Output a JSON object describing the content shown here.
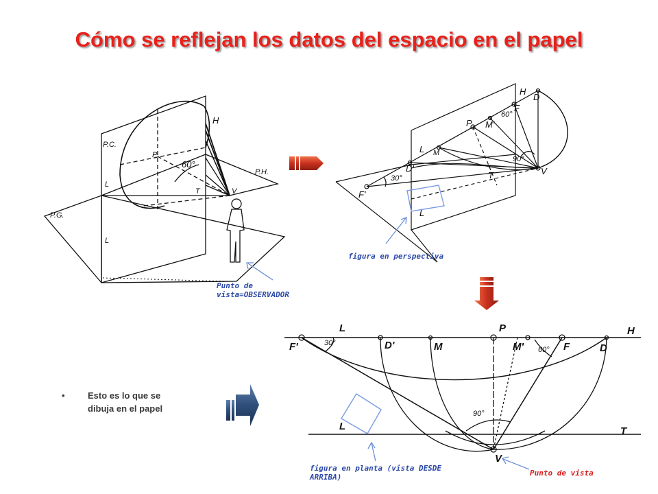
{
  "title": "Cómo se reflejan los datos del espacio en el papel",
  "bullet": "Esto es lo que se dibuja en el papel",
  "notes": {
    "observer": "Punto de vista=OBSERVADOR",
    "perspective_figure": "figura en perspectiva",
    "plan_figure": "figura en planta (vista DESDE ARRIBA)",
    "view_point": "Punto de vista"
  },
  "labels": {
    "d1": {
      "pc": "P.C.",
      "pg": "P.G.",
      "ph": "P.H.",
      "h": "H",
      "p": "P",
      "l_up": "L",
      "l_down": "L",
      "t": "T",
      "v": "V",
      "angle": "60°"
    },
    "d2": {
      "h": "H",
      "d": "D",
      "f": "F",
      "m1": "M'",
      "p": "P",
      "l_up": "L",
      "m": "M",
      "d1": "D'",
      "f1": "F'",
      "t": "T",
      "v": "V",
      "l_down": "L",
      "a60": "60°",
      "a90": "90°",
      "a30": "30°"
    },
    "d3": {
      "l": "L",
      "p": "P",
      "h": "H",
      "f1": "F'",
      "d1": "D'",
      "m": "M",
      "m1": "M'",
      "f": "F",
      "d": "D",
      "l2": "L",
      "t": "T",
      "v": "V",
      "a30": "30°",
      "a60": "60°",
      "a90": "90°"
    }
  },
  "colors": {
    "title": "#e8211b",
    "arrow_red": "#c9301e",
    "arrow_blue": "#2f4f7a",
    "note_blue": "#2c49a8",
    "note_red": "#d51d1d"
  }
}
